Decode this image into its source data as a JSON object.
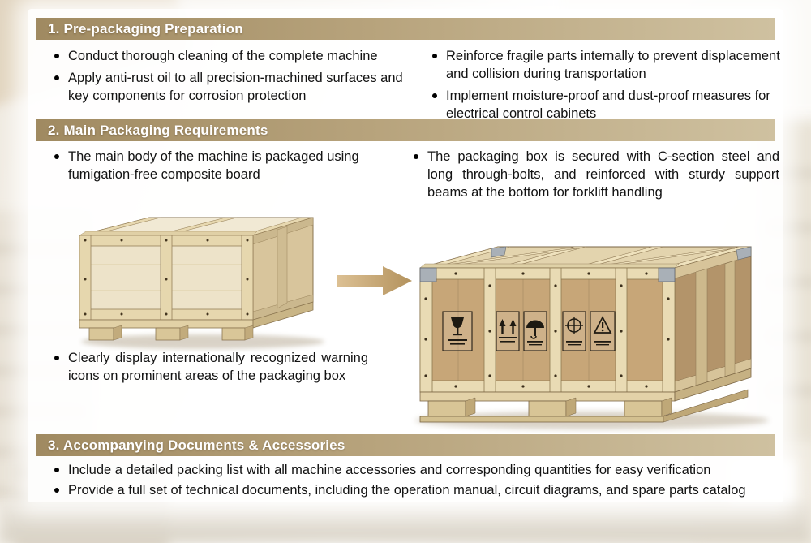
{
  "page": {
    "background": "blurred warehouse interior photo"
  },
  "colors": {
    "header_bar_left": "#a08a61",
    "header_bar_right": "#cfc1a0",
    "header_text": "#ffffff",
    "body_text": "#121212",
    "arrow": "#c8a877",
    "crate_plywood": "#ede3c9",
    "crate_frame": "#e6d7ae",
    "crate_cardboard": "#c7a678",
    "metal_bracket": "#a9b0b7"
  },
  "sections": [
    {
      "title": "1. Pre-packaging Preparation",
      "left_bullets": [
        "Conduct thorough cleaning of the complete machine",
        "Apply anti-rust oil to all precision-machined surfaces and key components for corrosion protection"
      ],
      "right_bullets": [
        "Reinforce fragile parts internally to prevent displacement and collision during transportation",
        "Implement moisture-proof and dust-proof measures for electrical control cabinets"
      ]
    },
    {
      "title": "2. Main Packaging Requirements",
      "left_bullets": [
        "The main body of the machine is packaged using fumigation-free composite board",
        "Clearly display internationally recognized warning icons on prominent areas of the packaging box"
      ],
      "right_bullets": [
        "The packaging box is secured with C-section steel and long through-bolts, and reinforced with sturdy support beams at the bottom for forklift handling"
      ],
      "images": {
        "left_crate": "plywood shipping crate on pallet",
        "arrow": "right arrow",
        "right_crate": "packed crate with warning labels on pallet"
      }
    },
    {
      "title": "3. Accompanying Documents & Accessories",
      "bullets": [
        "Include a detailed packing list with all machine accessories and corresponding quantities for easy verification",
        "Provide a full set of technical documents, including the operation manual, circuit diagrams, and spare parts catalog"
      ]
    }
  ]
}
